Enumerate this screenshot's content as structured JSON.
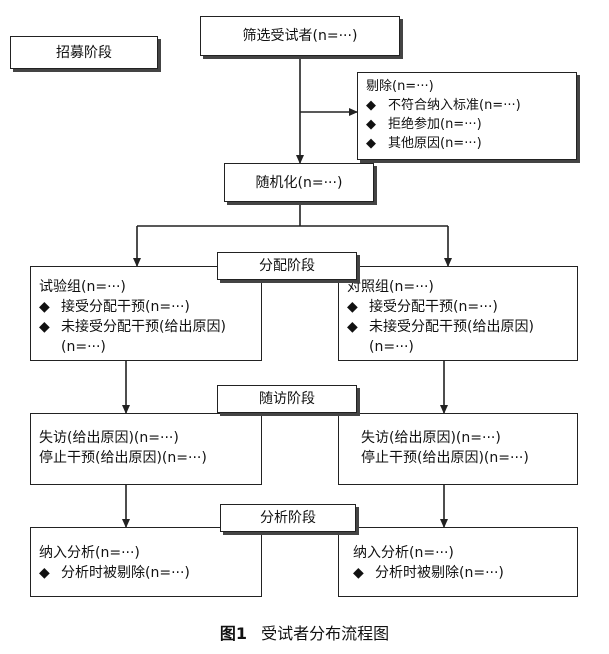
{
  "stages": {
    "recruit": "招募阶段",
    "allocate": "分配阶段",
    "followup": "随访阶段",
    "analysis": "分析阶段"
  },
  "screen": "筛选受试者(n=···)",
  "exclude": {
    "title": "剔除(n=···)",
    "items": [
      "不符合纳入标准(n=···)",
      "拒绝参加(n=···)",
      "其他原因(n=···)"
    ]
  },
  "randomize": "随机化(n=···)",
  "experimental": {
    "title": "试验组(n=···)",
    "items": [
      "接受分配干预(n=···)",
      "未接受分配干预(给出原因)"
    ],
    "item2_cont": "(n=···)"
  },
  "control": {
    "title": "对照组(n=···)",
    "items": [
      "接受分配干预(n=···)",
      "未接受分配干预(给出原因)"
    ],
    "item2_cont": "(n=···)"
  },
  "followup_left": [
    "失访(给出原因)(n=···)",
    "停止干预(给出原因)(n=···)"
  ],
  "followup_right": [
    "失访(给出原因)(n=···)",
    "停止干预(给出原因)(n=···)"
  ],
  "analysis_left": {
    "title": "纳入分析(n=···)",
    "item": "分析时被剔除(n=···)"
  },
  "analysis_right": {
    "title": "纳入分析(n=···)",
    "item": "分析时被剔除(n=···)"
  },
  "bullet_glyph": "◆",
  "caption": {
    "label": "图1",
    "title": "受试者分布流程图"
  }
}
